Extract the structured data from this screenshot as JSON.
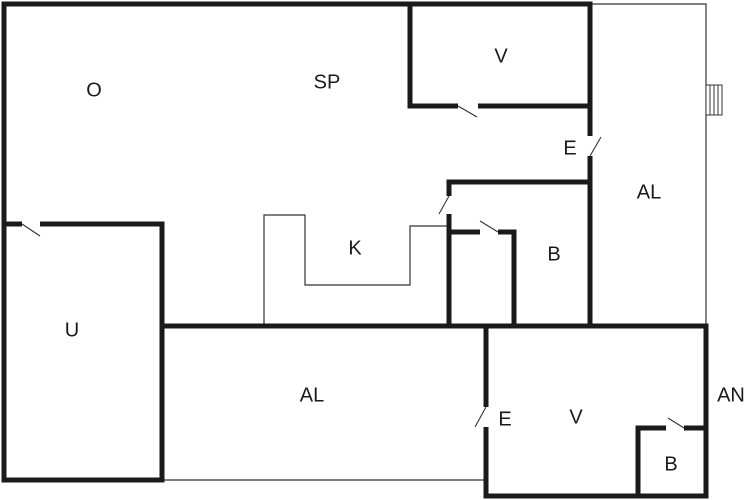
{
  "rooms": {
    "o": "O",
    "sp": "SP",
    "v_top": "V",
    "e_top": "E",
    "al_right": "AL",
    "k": "K",
    "b_mid": "B",
    "u": "U",
    "al_bottom": "AL",
    "e_bottom": "E",
    "v_bottom": "V",
    "an": "AN",
    "b_bottom": "B"
  }
}
